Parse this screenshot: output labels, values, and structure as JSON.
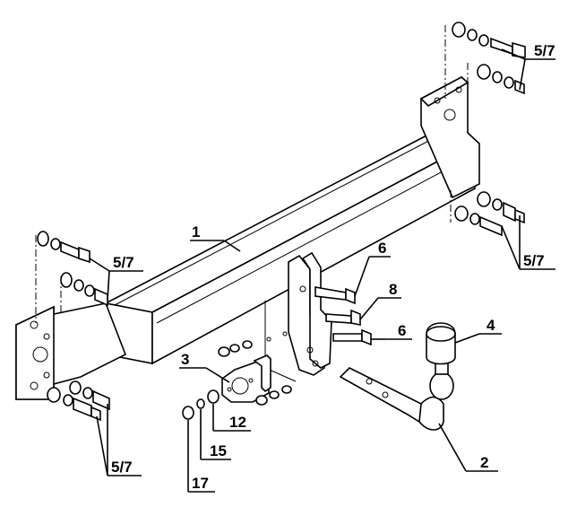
{
  "labels": {
    "beam": "1",
    "ball_neck": "2",
    "socket_plate": "3",
    "ball_cap": "4",
    "bolt_top_1": "5/7",
    "bolt_top_2": "5/7",
    "bolt_right": "5/7",
    "bolt_left_top": "5/7",
    "bolt_left_bottom": "5/7",
    "bolt_6_upper": "6",
    "bolt_8": "8",
    "bolt_6_lower": "6",
    "part_12": "12",
    "part_15": "15",
    "part_17": "17"
  }
}
